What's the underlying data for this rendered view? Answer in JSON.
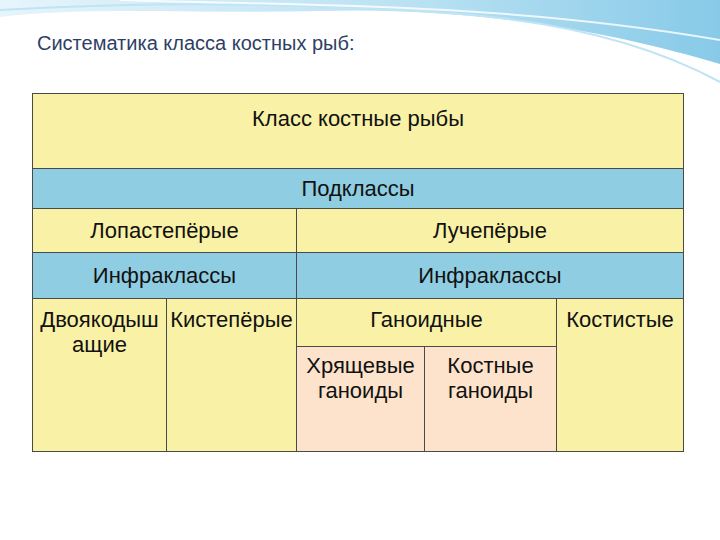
{
  "diagram": {
    "title": "Систематика класса костных рыб:",
    "nodes": [
      {
        "text": [
          "Класс костные рыбы"
        ]
      },
      {
        "text": [
          "Подклассы"
        ]
      },
      {
        "text": [
          "Лопастепёрые"
        ]
      },
      {
        "text": [
          "Лучепёрые"
        ]
      },
      {
        "text": [
          "Инфраклассы"
        ]
      },
      {
        "text": [
          "Инфраклассы"
        ]
      },
      {
        "text": [
          "Двоякодышащие"
        ]
      },
      {
        "text": [
          "Кистепёрые"
        ]
      },
      {
        "text": [
          "Ганоидные"
        ]
      },
      {
        "text": [
          "Хрящевые ганоиды"
        ],
        "in": 8
      },
      {
        "text": [
          "Костные ганоиды"
        ],
        "in": 8
      },
      {
        "text": [
          "Костистые"
        ]
      }
    ]
  }
}
